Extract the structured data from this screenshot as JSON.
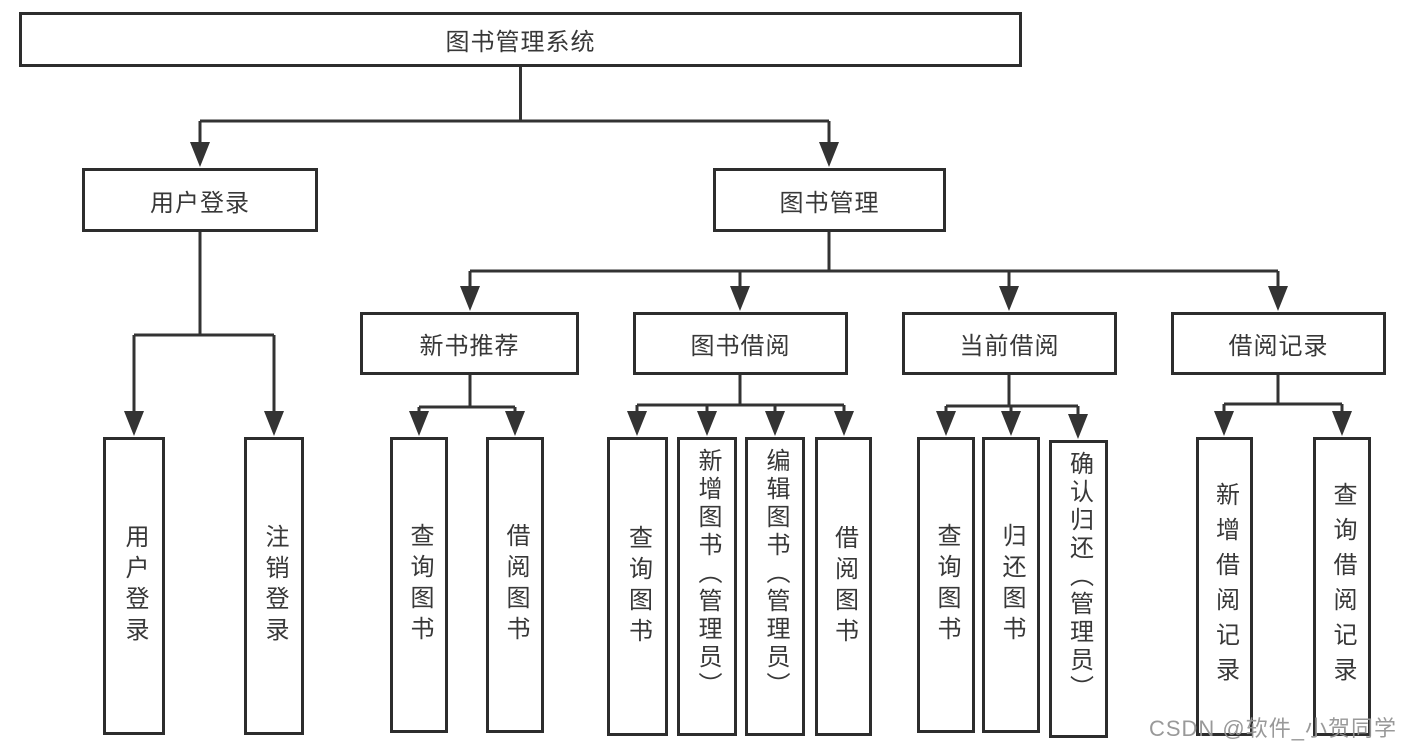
{
  "tree": {
    "label": "图书管理系统",
    "children": [
      {
        "label": "用户登录",
        "children": [
          {
            "label": "用户登录"
          },
          {
            "label": "注销登录"
          }
        ]
      },
      {
        "label": "图书管理",
        "children": [
          {
            "label": "新书推荐",
            "children": [
              {
                "label": "查询图书"
              },
              {
                "label": "借阅图书"
              }
            ]
          },
          {
            "label": "图书借阅",
            "children": [
              {
                "label": "查询图书"
              },
              {
                "label": "新增图书（管理员）"
              },
              {
                "label": "编辑图书（管理员）"
              },
              {
                "label": "借阅图书"
              }
            ]
          },
          {
            "label": "当前借阅",
            "children": [
              {
                "label": "查询图书"
              },
              {
                "label": "归还图书"
              },
              {
                "label": "确认归还（管理员）"
              }
            ]
          },
          {
            "label": "借阅记录",
            "children": [
              {
                "label": "新增借阅记录"
              },
              {
                "label": "查询借阅记录"
              }
            ]
          }
        ]
      }
    ]
  },
  "watermark": "CSDN @软件_小贺同学",
  "colors": {
    "line": "#333333",
    "border": "#2d2d2d",
    "text": "#383838",
    "background": "#ffffff",
    "watermark": "#949494"
  }
}
